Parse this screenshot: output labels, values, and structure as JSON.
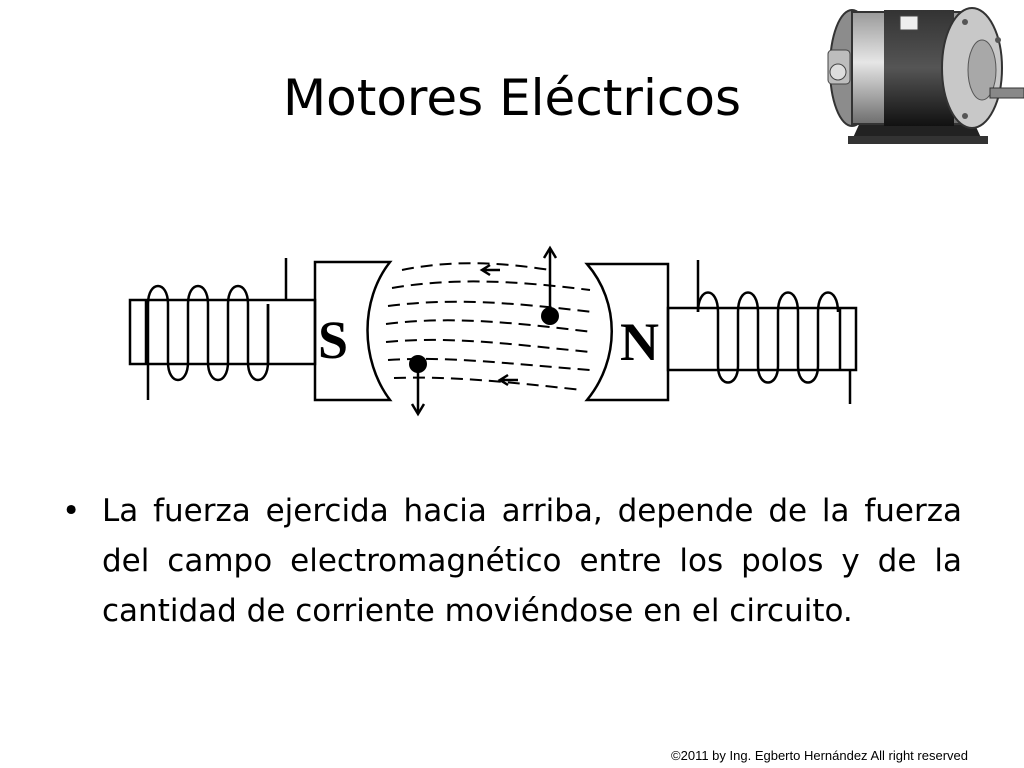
{
  "slide": {
    "title": "Motores Eléctricos",
    "bullet_symbol": "•",
    "bullet_text": "La fuerza ejercida hacia arriba, depende de la fuerza del campo electromagnético entre los polos y de la cantidad de corriente moviéndose en el circuito.",
    "copyright": "©2011 by Ing. Egberto Hernández All right reserved"
  },
  "diagram": {
    "pole_left": "S",
    "pole_right": "N"
  },
  "icons": {
    "photo": "electric-motor-photo"
  },
  "colors": {
    "background": "#ffffff",
    "text": "#000000"
  }
}
